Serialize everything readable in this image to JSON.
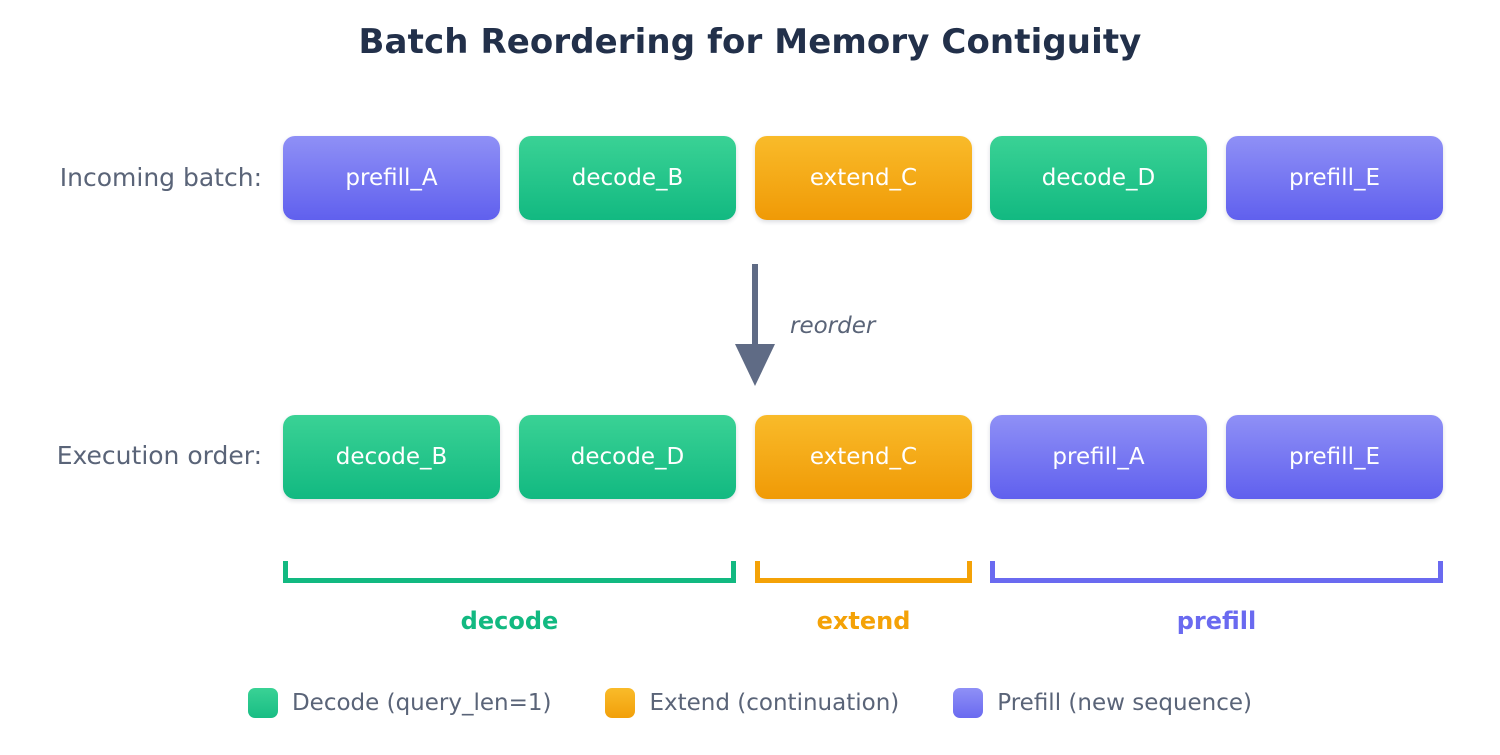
{
  "title": "Batch Reordering for Memory Contiguity",
  "rows": {
    "incoming": {
      "label": "Incoming batch:",
      "items": [
        {
          "text": "prefill_A",
          "kind": "prefill"
        },
        {
          "text": "decode_B",
          "kind": "decode"
        },
        {
          "text": "extend_C",
          "kind": "extend"
        },
        {
          "text": "decode_D",
          "kind": "decode"
        },
        {
          "text": "prefill_E",
          "kind": "prefill"
        }
      ]
    },
    "execution": {
      "label": "Execution order:",
      "items": [
        {
          "text": "decode_B",
          "kind": "decode"
        },
        {
          "text": "decode_D",
          "kind": "decode"
        },
        {
          "text": "extend_C",
          "kind": "extend"
        },
        {
          "text": "prefill_A",
          "kind": "prefill"
        },
        {
          "text": "prefill_E",
          "kind": "prefill"
        }
      ]
    }
  },
  "arrow": {
    "label": "reorder",
    "color": "#5f6b85"
  },
  "groups": [
    {
      "label": "decode",
      "color": "#12b981"
    },
    {
      "label": "extend",
      "color": "#f4a207"
    },
    {
      "label": "prefill",
      "color": "#6a6af0"
    }
  ],
  "legend": [
    {
      "label": "Decode (query_len=1)",
      "color": "#12b981"
    },
    {
      "label": "Extend (continuation)",
      "color": "#f2a00a"
    },
    {
      "label": "Prefill (new sequence)",
      "color": "#6a6af0"
    }
  ],
  "colors": {
    "decode": "#12b981",
    "extend": "#f4a207",
    "prefill": "#6a6af0",
    "title": "#22304a",
    "label_text": "#5a6478",
    "background": "#ffffff"
  }
}
